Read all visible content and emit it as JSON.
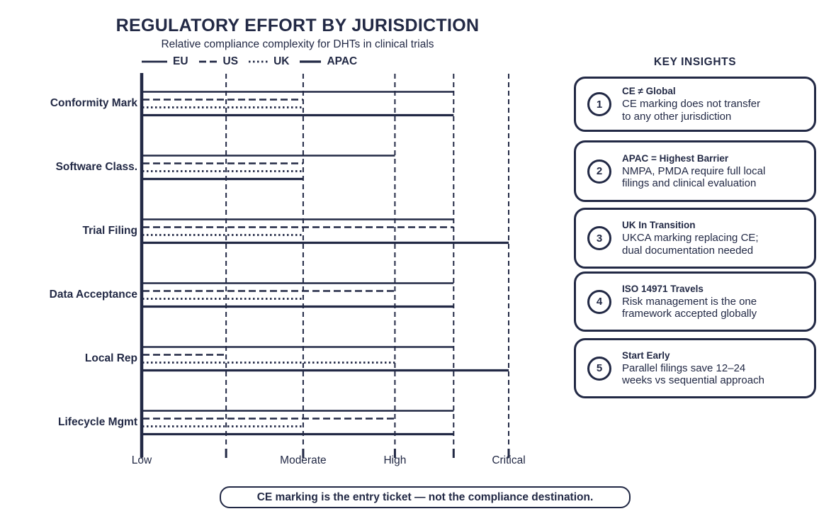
{
  "colors": {
    "ink": "#222945",
    "background": "#ffffff"
  },
  "chart_data": {
    "type": "line",
    "orientation": "horizontal",
    "title": "REGULATORY EFFORT BY JURISDICTION",
    "subtitle": "Relative compliance complexity for DHTs in clinical trials",
    "xlabel": "",
    "ylabel": "",
    "scale_note": "relative effort 0–100 from Low to Critical",
    "xlim": [
      0,
      100
    ],
    "grid": "vertical dashed",
    "legend_position": "top-left under subtitle",
    "categories": [
      "Conformity Mark",
      "Software Class.",
      "Trial Filing",
      "Data Acceptance",
      "Local Rep",
      "Lifecycle Mgmt"
    ],
    "series": [
      {
        "name": "EU",
        "style": "solid",
        "values": [
          85,
          69,
          85,
          85,
          85,
          85
        ]
      },
      {
        "name": "US",
        "style": "dashed",
        "values": [
          44,
          44,
          85,
          69,
          23,
          69
        ]
      },
      {
        "name": "UK",
        "style": "dotted",
        "values": [
          44,
          44,
          44,
          44,
          69,
          44
        ]
      },
      {
        "name": "APAC",
        "style": "solid-thick",
        "values": [
          85,
          44,
          100,
          85,
          100,
          85
        ]
      }
    ],
    "x_ticks": [
      {
        "value": 0,
        "label": "Low"
      },
      {
        "value": 23,
        "label": ""
      },
      {
        "value": 44,
        "label": "Moderate"
      },
      {
        "value": 69,
        "label": "High"
      },
      {
        "value": 85,
        "label": ""
      },
      {
        "value": 100,
        "label": "Critical"
      }
    ],
    "gridline_values": [
      23,
      44,
      69,
      85,
      100
    ]
  },
  "insights": {
    "heading": "KEY INSIGHTS",
    "cards": [
      {
        "num": "1",
        "heading": "CE ≠ Global",
        "body_lines": [
          "CE marking does not transfer",
          "to any other jurisdiction"
        ]
      },
      {
        "num": "2",
        "heading": "APAC = Highest Barrier",
        "body_lines": [
          "NMPA, PMDA require full local",
          "filings and clinical evaluation"
        ]
      },
      {
        "num": "3",
        "heading": "UK In Transition",
        "body_lines": [
          "UKCA marking replacing CE;",
          "dual documentation needed"
        ]
      },
      {
        "num": "4",
        "heading": "ISO 14971 Travels",
        "body_lines": [
          "Risk management is the one",
          "framework accepted globally"
        ]
      },
      {
        "num": "5",
        "heading": "Start Early",
        "body_lines": [
          "Parallel filings save 12–24",
          "weeks vs sequential approach"
        ]
      }
    ]
  },
  "callout": "CE marking is the entry ticket — not the compliance destination."
}
